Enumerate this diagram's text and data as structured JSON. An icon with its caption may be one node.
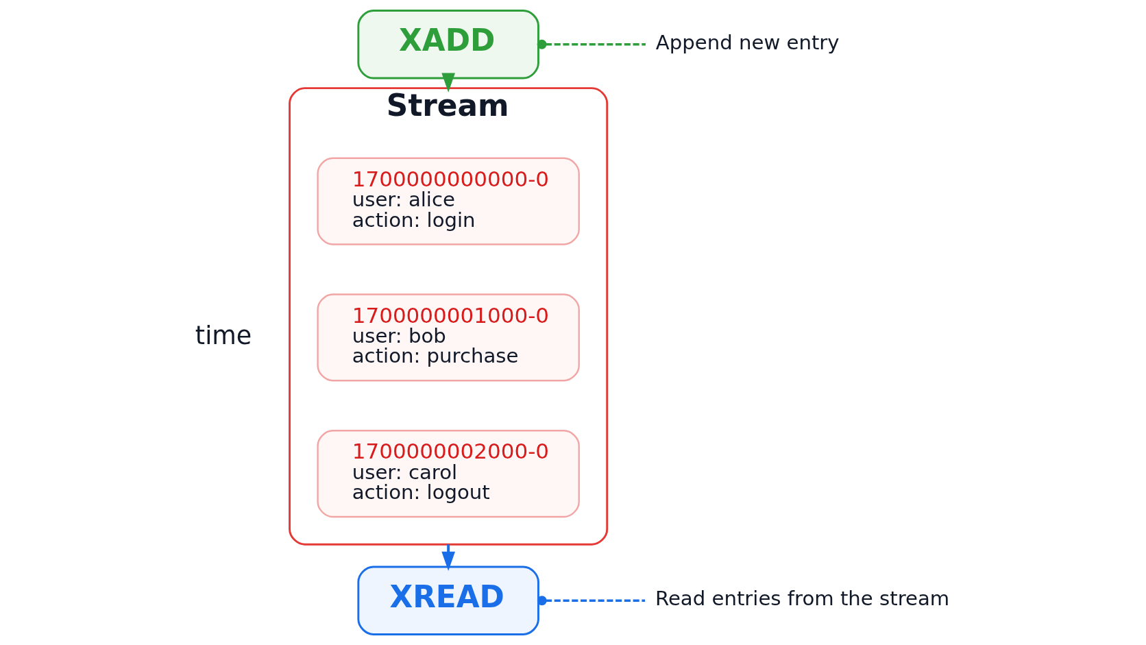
{
  "diagram": {
    "nodes": [
      {
        "text": [
          "XADD"
        ]
      },
      {
        "text": [
          "Append new entry"
        ]
      },
      {
        "text": [
          "Stream"
        ]
      },
      {
        "text": [
          "1700000000000-0",
          "user: alice",
          "action: login"
        ],
        "in": 2
      },
      {
        "text": [
          "1700000001000-0",
          "user: bob",
          "action: purchase"
        ],
        "in": 2
      },
      {
        "text": [
          "1700000002000-0",
          "user: carol",
          "action: logout"
        ],
        "in": 2
      },
      {
        "text": [
          "XREAD"
        ]
      },
      {
        "text": [
          "Read entries from the stream"
        ]
      }
    ],
    "edges": [
      {
        "from": 0,
        "to": 2,
        "arrow": "to",
        "color": "#2e9e3a"
      },
      {
        "from": 2,
        "to": 6,
        "arrow": "to",
        "color": "#1a6fe8"
      },
      {
        "from": 0,
        "to": 1,
        "arrow": "other",
        "style": "dashed",
        "color": "#2e9e3a"
      },
      {
        "from": 6,
        "to": 7,
        "arrow": "other",
        "style": "dashed",
        "color": "#1a6fe8"
      }
    ],
    "labels": [
      "time"
    ]
  }
}
